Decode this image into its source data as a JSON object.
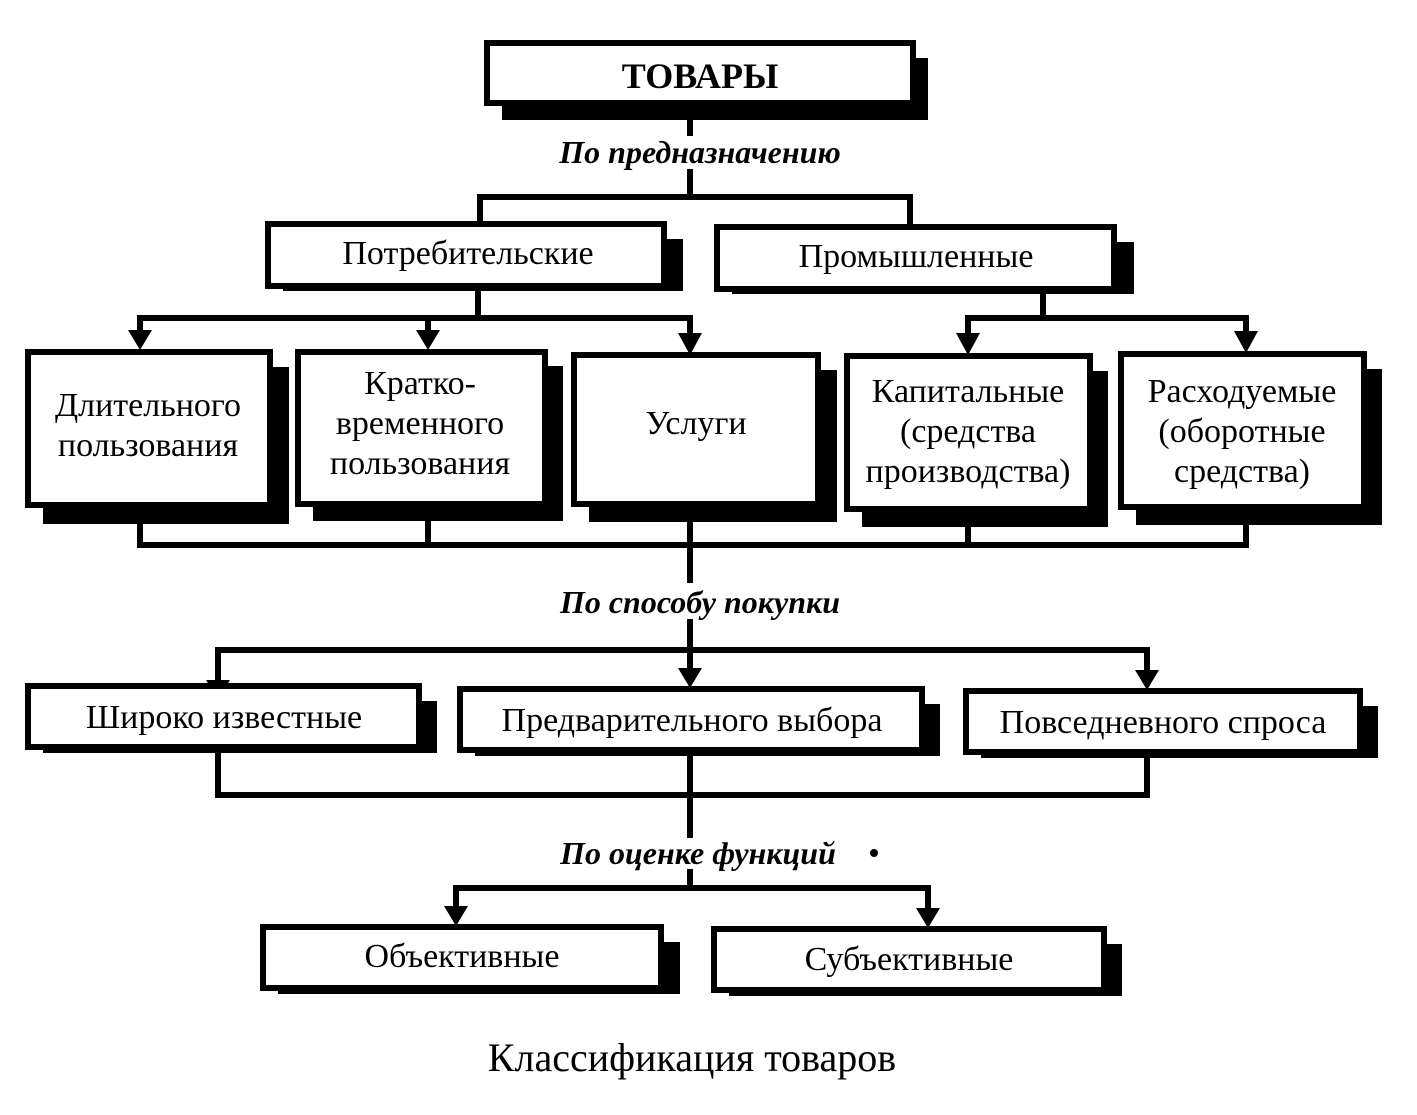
{
  "root": {
    "label": "ТОВАРЫ"
  },
  "criteria": {
    "purpose": "По предназначению",
    "purchase": "По способу покупки",
    "function": "По оценке функций"
  },
  "level1": [
    {
      "label": "Потребительские"
    },
    {
      "label": "Промышленные"
    }
  ],
  "consumer": [
    {
      "lines": [
        "Длительного",
        "пользования"
      ]
    },
    {
      "lines": [
        "Кратко-",
        "временного",
        "пользования"
      ]
    },
    {
      "lines": [
        "Услуги"
      ]
    }
  ],
  "industrial": [
    {
      "lines": [
        "Капитальные",
        "(средства",
        "производства)"
      ]
    },
    {
      "lines": [
        "Расходуемые",
        "(оборотные",
        "средства)"
      ]
    }
  ],
  "purchase_types": [
    {
      "label": "Широко известные"
    },
    {
      "label": "Предварительного выбора"
    },
    {
      "label": "Повседневного спроса"
    }
  ],
  "function_types": [
    {
      "label": "Объективные"
    },
    {
      "label": "Субъективные"
    }
  ],
  "caption": "Классификация товаров"
}
